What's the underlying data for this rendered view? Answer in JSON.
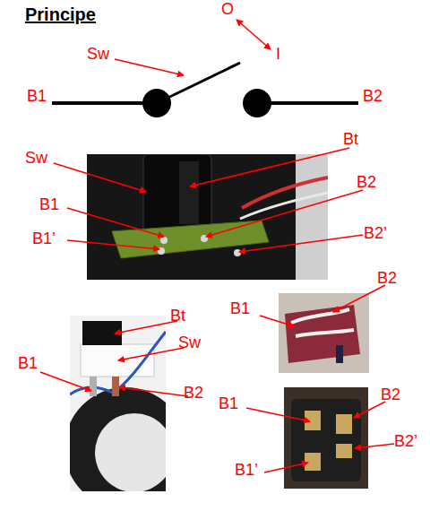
{
  "diagram": {
    "title": "Principe",
    "labels": [
      "O",
      "Sw",
      "I",
      "B1",
      "B2",
      "Bt",
      "Sw",
      "B1",
      "B2",
      "B1’",
      "B2’",
      "Bt",
      "Sw",
      "B1",
      "B2",
      "B2",
      "B1",
      "B1",
      "B2",
      "B2’",
      "B1’"
    ]
  }
}
